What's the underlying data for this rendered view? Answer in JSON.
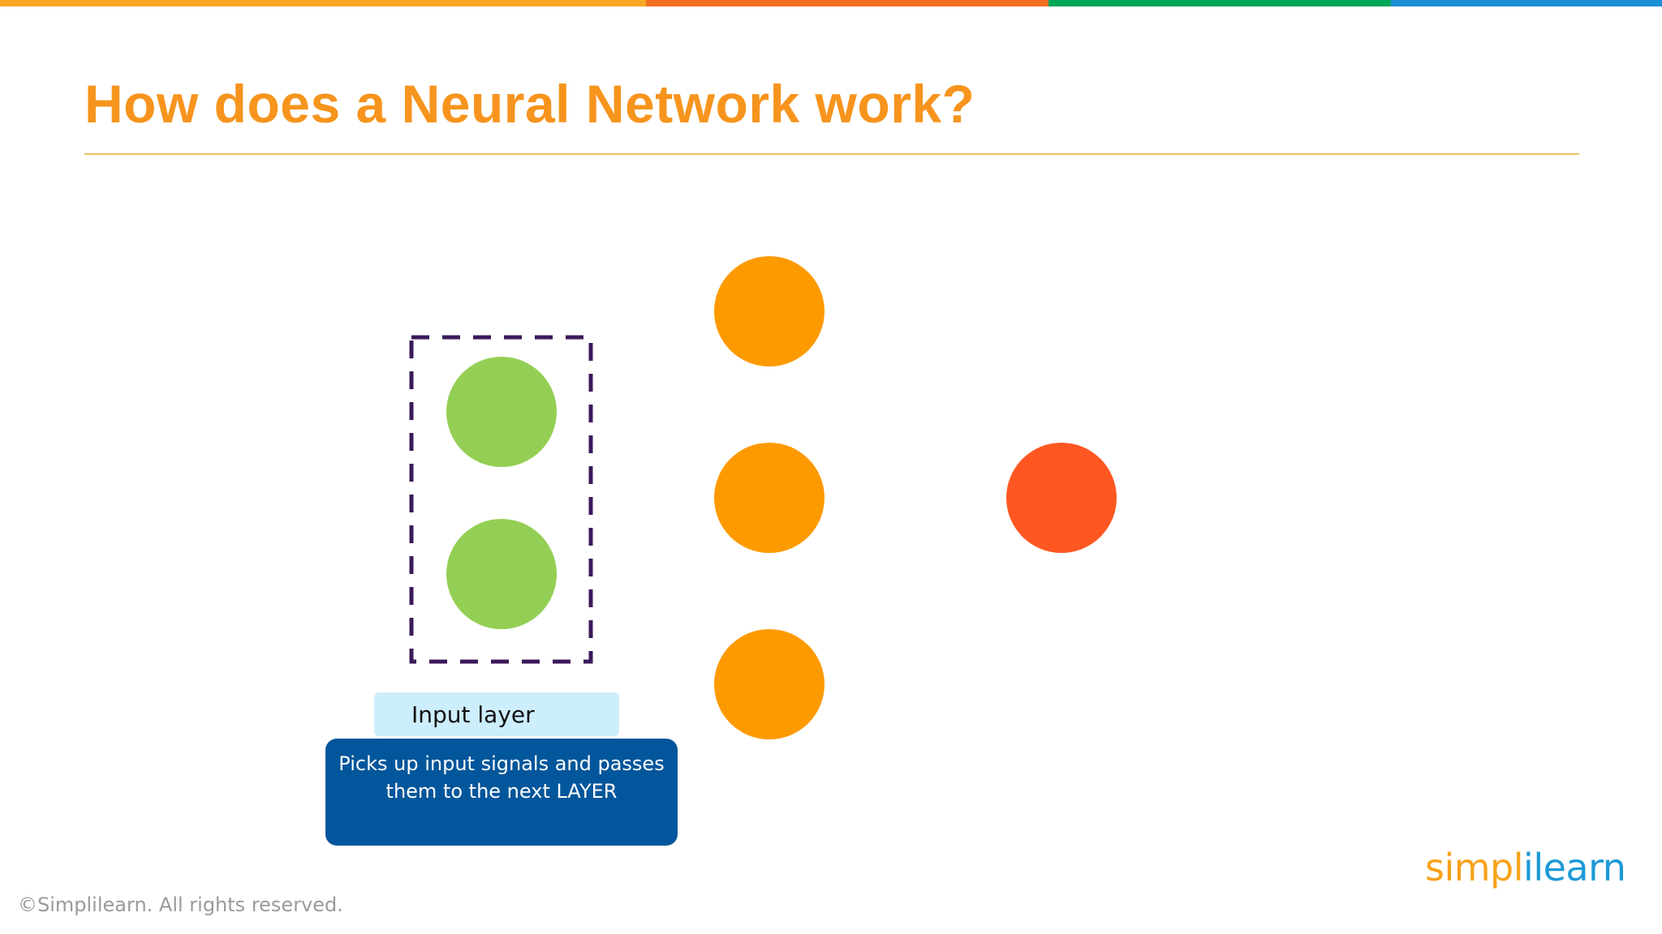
{
  "colors": {
    "bar_segments": [
      "#f9a825",
      "#f26f21",
      "#00a65a",
      "#1b8fd6"
    ],
    "title": "#f7941d",
    "title_rule": "#f0c060",
    "input_node": "#94cf55",
    "hidden_node": "#fd9a00",
    "output_node": "#ff5722",
    "dashed_box": "#3b1a5a",
    "label_box_bg": "#cdeefc",
    "desc_box_bg": "#02569b"
  },
  "slide": {
    "title": "How does a Neural Network work?"
  },
  "diagram": {
    "input_layer_nodes": 2,
    "hidden_layer_nodes": 3,
    "output_layer_nodes": 1,
    "input_layer_label": "Input layer",
    "input_layer_description": "Picks up input signals and passes them to the next LAYER"
  },
  "footer": {
    "copyright": "©Simplilearn. All rights reserved.",
    "logo_part1": "simpl",
    "logo_part2": "ilearn"
  }
}
